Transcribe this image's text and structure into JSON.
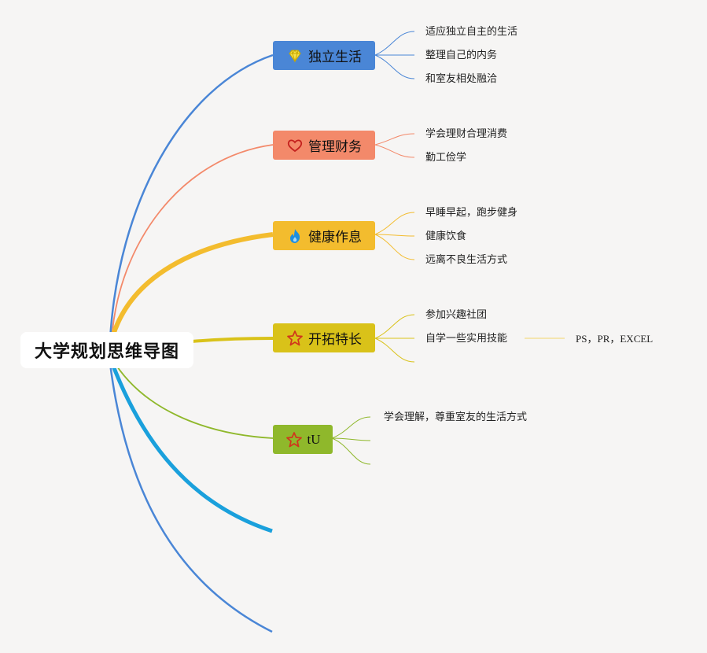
{
  "root": {
    "title": "大学规划思维导图"
  },
  "topics": [
    {
      "id": "independent-life",
      "label": "独立生活",
      "color": "#4a86d6",
      "icon": "diamond-icon",
      "children": [
        "适应独立自主的生活",
        "整理自己的内务",
        "和室友相处融洽"
      ]
    },
    {
      "id": "finance",
      "label": "管理财务",
      "color": "#f3896a",
      "icon": "heart-icon",
      "children": [
        "学会理财合理消费",
        "勤工俭学"
      ]
    },
    {
      "id": "health",
      "label": "健康作息",
      "color": "#f3bc2e",
      "icon": "flame-icon",
      "children": [
        "早睡早起，跑步健身",
        "健康饮食",
        "远离不良生活方式"
      ]
    },
    {
      "id": "talent",
      "label": "开拓特长",
      "color": "#d9c219",
      "icon": "star-icon",
      "children": [
        "参加兴趣社团",
        "自学一些实用技能",
        ""
      ],
      "subchild": "PS，PR，EXCEL"
    },
    {
      "id": "tu",
      "label": "tU",
      "color": "#8fb82b",
      "icon": "star-icon",
      "children": [
        "学会理解，尊重室友的生活方式",
        "",
        ""
      ]
    }
  ]
}
